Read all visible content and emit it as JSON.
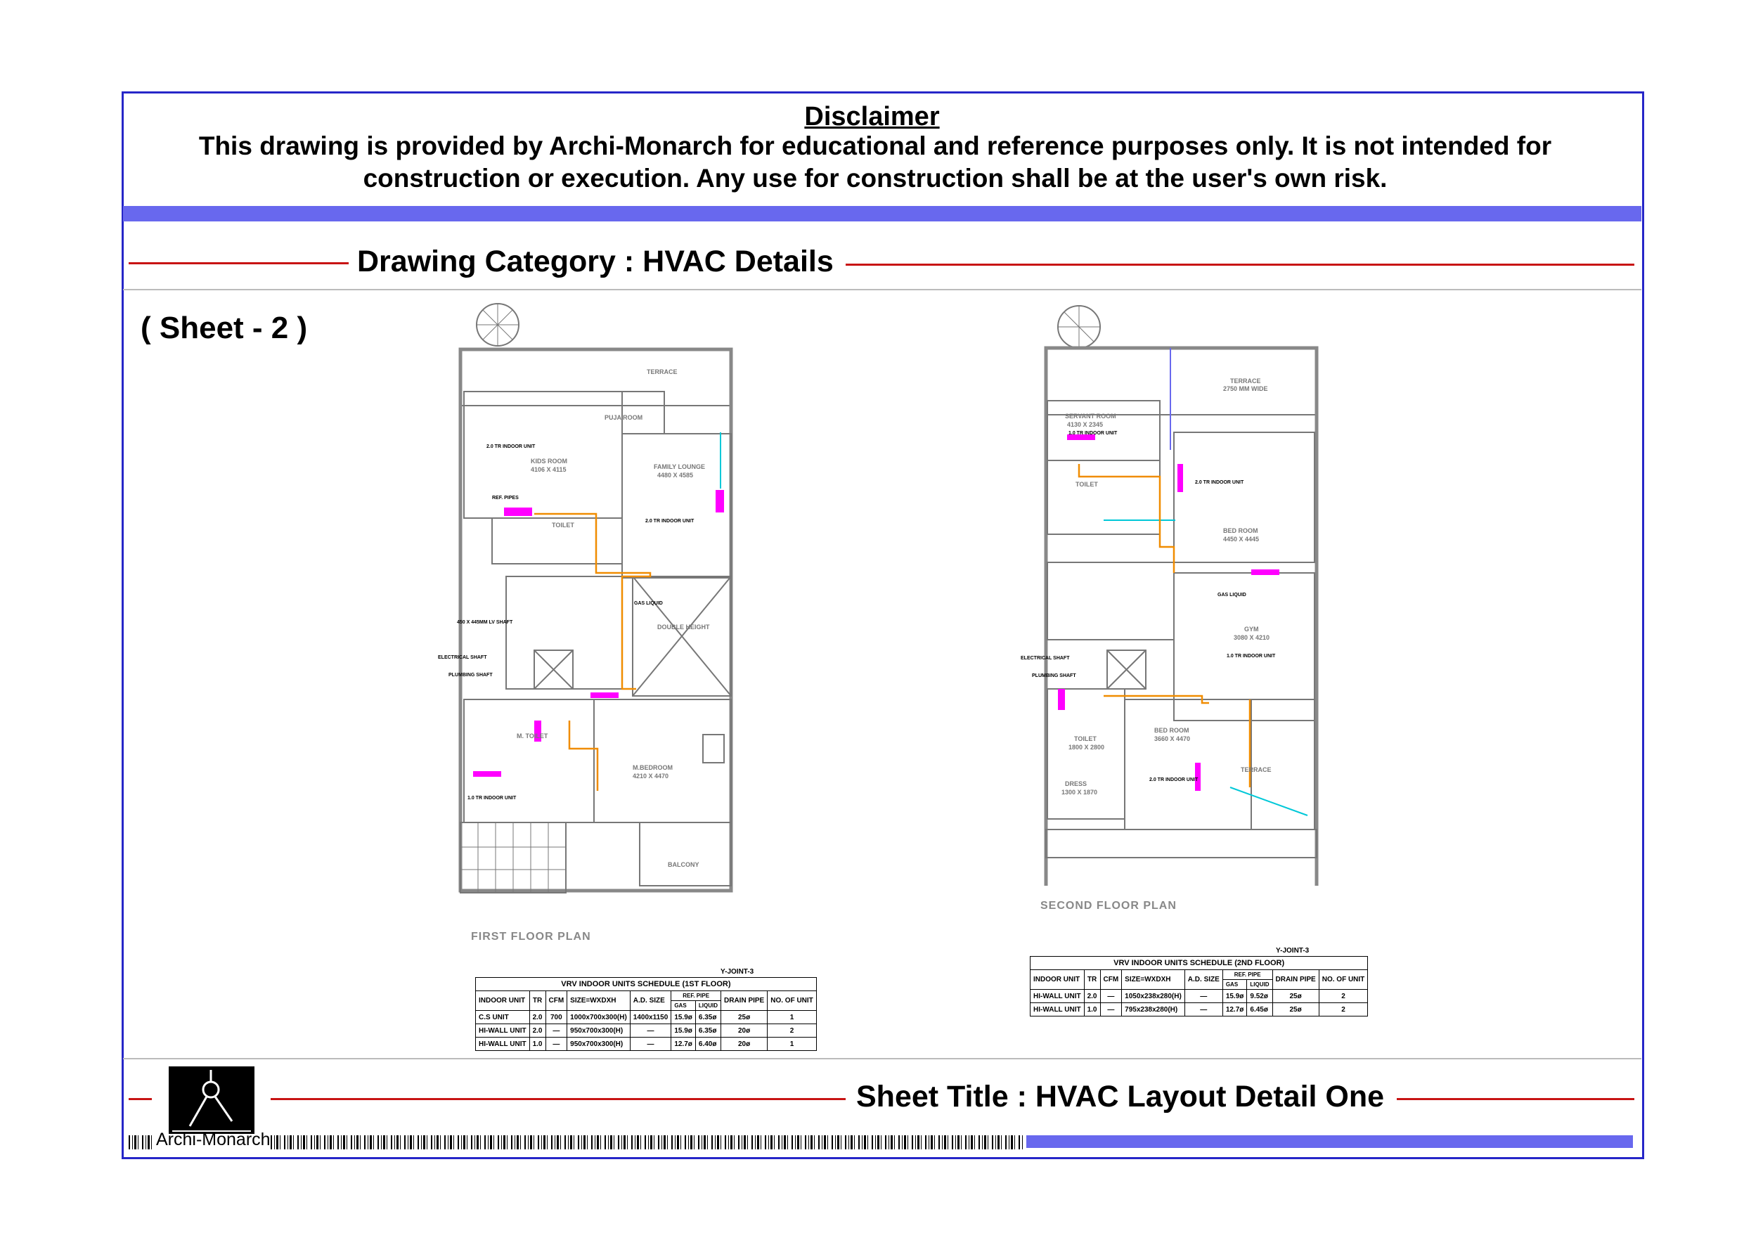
{
  "disclaimer": {
    "title": "Disclaimer",
    "text": "This drawing is provided by Archi-Monarch for educational and reference purposes only. It is not intended for construction or execution. Any use for construction shall be at the user's own risk."
  },
  "category": "Drawing Category : HVAC Details",
  "sheet": "( Sheet - 2 )",
  "plans": [
    {
      "title": "FIRST FLOOR PLAN",
      "rooms": {
        "terrace": "TERRACE",
        "puja": "PUJA ROOM",
        "kids": "KIDS ROOM",
        "kids_size": "4106 X 4115",
        "lounge": "FAMILY LOUNGE",
        "lounge_size": "4480 X 4585",
        "toilet": "TOILET",
        "double": "DOUBLE HEIGHT",
        "mtoilet": "M. TOILET",
        "mbed": "M.BEDROOM",
        "mbed_size": "4210 X 4470",
        "balcony": "BALCONY",
        "unit1": "2.0 TR INDOOR UNIT",
        "unit2": "2.0 TR INDOOR UNIT",
        "unit3": "1.0 TR INDOOR UNIT",
        "ref_pipes": "REF. PIPES",
        "elec": "ELECTRICAL SHAFT",
        "plumb": "PLUMBING SHAFT",
        "lift": "450 X 445MM LV SHAFT",
        "gas": "GAS LIQUID"
      }
    },
    {
      "title": "SECOND FLOOR PLAN",
      "rooms": {
        "terrace": "TERRACE",
        "terrace_sub": "2750 MM WIDE",
        "servant": "SERVANT ROOM",
        "servant_size": "4130 X 2345",
        "toilet": "TOILET",
        "bed1": "BED ROOM",
        "bed1_size": "4450 X 4445",
        "gym": "GYM",
        "gym_size": "3080 X 4210",
        "bed2": "BED ROOM",
        "bed2_size": "3660 X 4470",
        "toilet2": "TOILET",
        "toilet2_size": "1800 X 2800",
        "dress": "DRESS",
        "dress_size": "1300 X 1870",
        "terrace2": "TERRACE",
        "unit1": "1.0 TR INDOOR UNIT",
        "unit2": "2.0 TR INDOOR UNIT",
        "unit3": "1.0 TR INDOOR UNIT",
        "unit4": "2.0 TR INDOOR UNIT",
        "elec": "ELECTRICAL SHAFT",
        "plumb": "PLUMBING SHAFT",
        "gas": "GAS LIQUID"
      }
    }
  ],
  "schedules": [
    {
      "yjoint": "Y-JOINT-3",
      "title": "VRV INDOOR UNITS SCHEDULE (1ST FLOOR)",
      "headers": [
        "INDOOR UNIT",
        "TR",
        "CFM",
        "SIZE=WXDXH",
        "A.D. SIZE",
        "REF. PIPE",
        "DRAIN PIPE",
        "NO. OF UNIT"
      ],
      "sub": [
        "GAS",
        "LIQUID"
      ],
      "rows": [
        [
          "C.S UNIT",
          "2.0",
          "700",
          "1000x700x300(H)",
          "1400x1150",
          "15.9ø",
          "6.35ø",
          "25ø",
          "1"
        ],
        [
          "HI-WALL UNIT",
          "2.0",
          "—",
          "950x700x300(H)",
          "—",
          "15.9ø",
          "6.35ø",
          "20ø",
          "2"
        ],
        [
          "HI-WALL UNIT",
          "1.0",
          "—",
          "950x700x300(H)",
          "—",
          "12.7ø",
          "6.40ø",
          "20ø",
          "1"
        ]
      ]
    },
    {
      "yjoint": "Y-JOINT-3",
      "title": "VRV INDOOR UNITS SCHEDULE (2ND FLOOR)",
      "headers": [
        "INDOOR UNIT",
        "TR",
        "CFM",
        "SIZE=WXDXH",
        "A.D. SIZE",
        "REF. PIPE",
        "DRAIN PIPE",
        "NO. OF UNIT"
      ],
      "sub": [
        "GAS",
        "LIQUID"
      ],
      "rows": [
        [
          "HI-WALL UNIT",
          "2.0",
          "—",
          "1050x238x280(H)",
          "—",
          "15.9ø",
          "9.52ø",
          "25ø",
          "2"
        ],
        [
          "HI-WALL UNIT",
          "1.0",
          "—",
          "795x238x280(H)",
          "—",
          "12.7ø",
          "6.45ø",
          "25ø",
          "2"
        ]
      ]
    }
  ],
  "sheet_title": "Sheet Title : HVAC Layout Detail One",
  "brand": "Archi-Monarch",
  "colors": {
    "border": "#2626c8",
    "band": "#6868ee",
    "rule": "#c81414",
    "hvac": "#ff00ff",
    "pipe": "#f08c00"
  }
}
